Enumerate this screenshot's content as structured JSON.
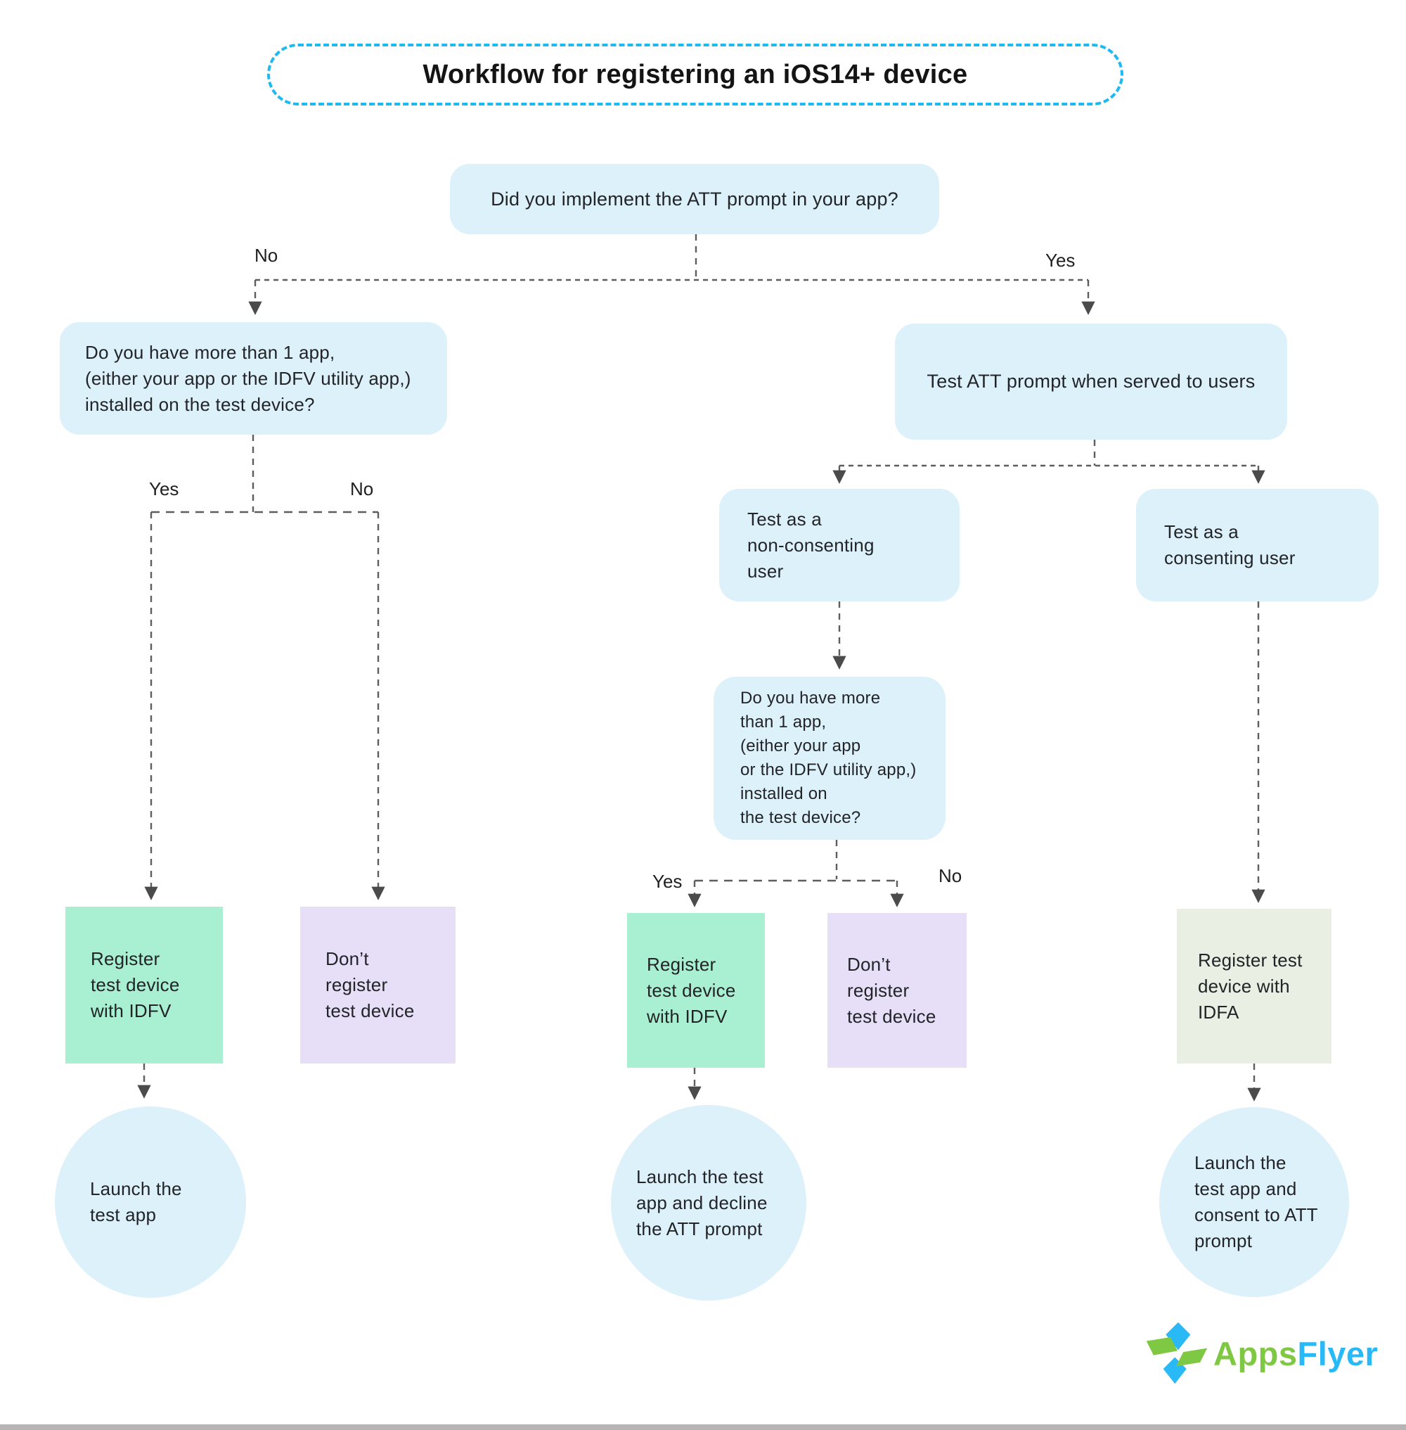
{
  "title": "Workflow for registering an iOS14+ device",
  "nodes": {
    "q_att_prompt": {
      "text": "Did you implement the ATT prompt in your app?"
    },
    "q_more_apps_left": {
      "text": "Do you have more than 1 app,\n(either your app or the IDFV utility app,)\ninstalled on the test device?"
    },
    "test_att_prompt": {
      "text": "Test ATT prompt when served to users"
    },
    "test_non_consenting": {
      "text": "Test as a\nnon-consenting\nuser"
    },
    "test_consenting": {
      "text": "Test as a\nconsenting user"
    },
    "q_more_apps_mid": {
      "text": "Do you have more\nthan 1 app,\n(either your app\nor the IDFV utility app,)\ninstalled on\nthe test device?"
    },
    "register_idfv_left": {
      "text": "Register\ntest device\nwith IDFV"
    },
    "dont_register_left": {
      "text": "Don’t\nregister\ntest device"
    },
    "register_idfv_mid": {
      "text": "Register\ntest device\nwith IDFV"
    },
    "dont_register_mid": {
      "text": "Don’t\nregister\ntest device"
    },
    "register_idfa": {
      "text": "Register test\ndevice with\nIDFA"
    },
    "launch_test_app": {
      "text": "Launch the\ntest app"
    },
    "launch_decline_att": {
      "text": "Launch the test\napp and decline\nthe ATT prompt"
    },
    "launch_consent_att": {
      "text": "Launch the\ntest app and\nconsent to ATT\nprompt"
    }
  },
  "branch_labels": {
    "top_no": "No",
    "top_yes": "Yes",
    "left_yes": "Yes",
    "left_no": "No",
    "mid_yes": "Yes",
    "mid_no": "No"
  },
  "logo": {
    "part1": "Apps",
    "part2": "Flyer"
  },
  "colors": {
    "node_blue": "#ddf1fb",
    "mint_green": "#a9efd2",
    "lavender": "#e7dff8",
    "sage": "#e9efe3",
    "title_border_cyan": "#1db9f1",
    "connector_gray": "#5e5e5e",
    "logo_green": "#7fc843",
    "logo_blue": "#29b9f6"
  }
}
